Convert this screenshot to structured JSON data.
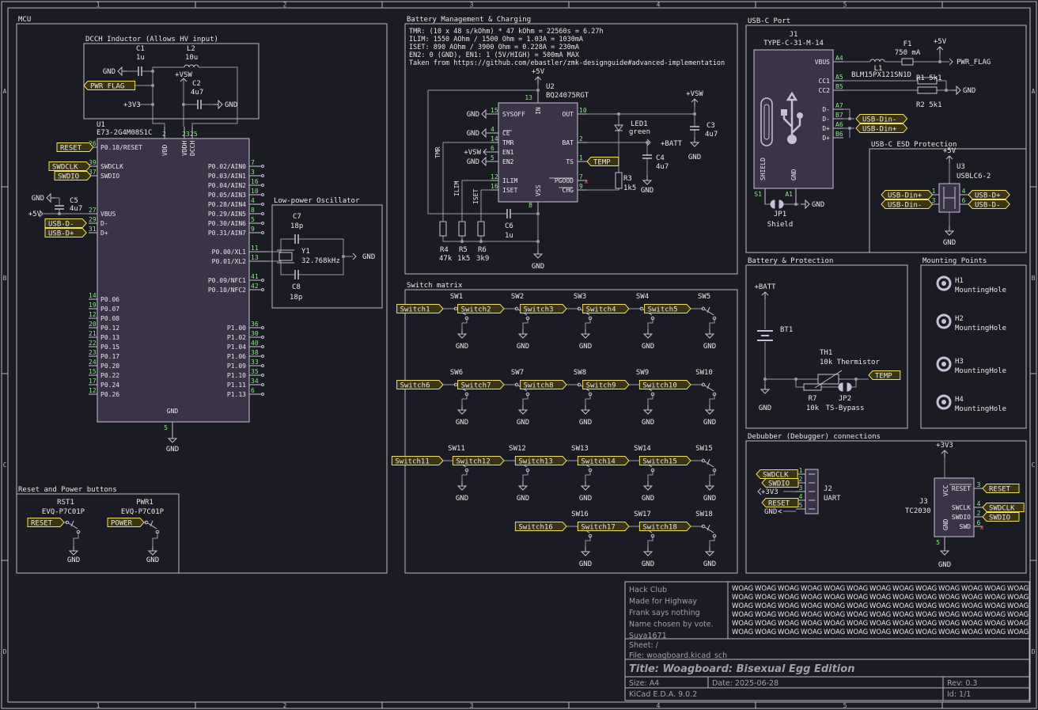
{
  "border": {
    "cols": [
      "1",
      "2",
      "3",
      "4",
      "5"
    ],
    "rows": [
      "A",
      "B",
      "C",
      "D"
    ]
  },
  "sections": {
    "mcu": "MCU",
    "dcdc": "DCCH Inductor (Allows HV input)",
    "lpo": "Low-power Oscillator",
    "reset_power": "Reset and Power buttons",
    "battery_mgmt": "Battery Management & Charging",
    "switch_matrix": "Switch matrix",
    "usbc": "USB-C Port",
    "usbc_esd": "USB-C ESD Protection",
    "battery_prot": "Battery & Protection",
    "mounting": "Mounting Points",
    "debug": "Debubber (Debugger) connections"
  },
  "battery_notes": [
    "TMR: (10 x 48 s/kOhm) * 47 kOhm = 22560s = 6.27h",
    "ILIM: 1550 AOhm / 1500 Ohm = 1.03A = 1030mA",
    "ISET: 890 AOhm / 3900 Ohm = 0.228A = 230mA",
    "EN2: 0 (GND), EN1: 1 (5V/HIGH) = 500mA MAX",
    "Taken from https://github.com/ebastler/zmk-designguide#advanced-implementation"
  ],
  "mcu": {
    "ref": "U1",
    "part": "E73-2G4M08S1C",
    "left_pins": [
      {
        "num": "26",
        "name": "P0.18/RESET",
        "net": "RESET"
      },
      {
        "num": "39",
        "name": "SWDCLK",
        "net": "SWDCLK"
      },
      {
        "num": "37",
        "name": "SWDIO",
        "net": "SWDIO"
      },
      {
        "num": "27",
        "name": "VBUS",
        "net": "+5V"
      },
      {
        "num": "29",
        "name": "D-",
        "net": "USB-D-"
      },
      {
        "num": "31",
        "name": "D+",
        "net": "USB-D+"
      }
    ],
    "left_gpio": [
      "P0.06",
      "P0.07",
      "P0.08",
      "P0.12",
      "P0.13",
      "P0.15",
      "P0.17",
      "P0.20",
      "P0.22",
      "P0.24",
      "P0.26"
    ],
    "left_gpio_nums": [
      "14",
      "19",
      "12",
      "20",
      "21",
      "22",
      "23",
      "24",
      "15",
      "17",
      "12"
    ],
    "right_top": [
      "P0.02/AIN0",
      "P0.03/AIN1",
      "P0.04/AIN2",
      "P0.05/AIN3",
      "P0.28/AIN4",
      "P0.29/AIN5",
      "P0.30/AIN6",
      "P0.31/AIN7"
    ],
    "right_top_nums": [
      "7",
      "3",
      "16",
      "10",
      "4",
      "8",
      "5",
      "9"
    ],
    "right_xl": [
      "P0.00/XL1",
      "P0.01/XL2"
    ],
    "right_xl_nums": [
      "11",
      "13"
    ],
    "right_nfc": [
      "P0.09/NFC1",
      "P0.10/NFC2"
    ],
    "right_nfc_nums": [
      "41",
      "42"
    ],
    "right_gpio": [
      "P1.00",
      "P1.02",
      "P1.04",
      "P1.06",
      "P1.09",
      "P1.10",
      "P1.11",
      "P1.13"
    ],
    "right_gpio_nums": [
      "36",
      "30",
      "40",
      "38",
      "33",
      "35",
      "34",
      "6"
    ],
    "top_pins": [
      "VDD",
      "VDDH",
      "DCCH"
    ],
    "top_nums": [
      "2",
      "23",
      "25"
    ],
    "gnd_pin": "GND",
    "gnd_num": "5"
  },
  "labels": {
    "gnd": "GND",
    "v5": "+5V",
    "v3": "+3V3",
    "vsw": "+VSW",
    "vbat": "+BATT",
    "pwr_flag": "PWR_FLAG"
  },
  "dcdc": {
    "c1_ref": "C1",
    "c1_val": "1u",
    "l2_ref": "L2",
    "l2_val": "10u",
    "c2_ref": "C2",
    "c2_val": "4u7"
  },
  "mcu_caps": {
    "c5_ref": "C5",
    "c5_val": "4u7"
  },
  "osc": {
    "c7_ref": "C7",
    "c7_val": "18p",
    "y1_ref": "Y1",
    "y1_val": "32.768kHz",
    "c8_ref": "C8",
    "c8_val": "18p"
  },
  "buttons": [
    {
      "ref": "RST1",
      "part": "EVQ-P7C01P",
      "net": "RESET"
    },
    {
      "ref": "PWR1",
      "part": "EVQ-P7C01P",
      "net": "POWER"
    }
  ],
  "charger": {
    "ref": "U2",
    "part": "BQ24075RGT",
    "left_pins": [
      {
        "num": "15",
        "name": "SYSOFF",
        "net": "GND"
      },
      {
        "num": "4",
        "name": "CE",
        "net": "GND"
      },
      {
        "num": "14",
        "name": "TMR",
        "net": ""
      },
      {
        "num": "6",
        "name": "EN1",
        "net": "+VSW"
      },
      {
        "num": "5",
        "name": "EN2",
        "net": "GND"
      },
      {
        "num": "12",
        "name": "ILIM",
        "net": ""
      },
      {
        "num": "16",
        "name": "ISET",
        "net": ""
      }
    ],
    "right_pins": [
      {
        "num": "10",
        "name": "OUT"
      },
      {
        "num": "2",
        "name": "BAT"
      },
      {
        "num": "1",
        "name": "TS"
      },
      {
        "num": "7",
        "name": "PGOOD"
      },
      {
        "num": "9",
        "name": "CHG"
      }
    ],
    "in_pin": "IN",
    "in_num": "13",
    "vss_pin": "VSS",
    "vss_num": "8",
    "tmr_net": "TMR",
    "ilim_net": "ILIM",
    "iset_net": "ISET",
    "temp_net": "TEMP",
    "r4": {
      "ref": "R4",
      "val": "47k"
    },
    "r5": {
      "ref": "R5",
      "val": "1k5"
    },
    "r6": {
      "ref": "R6",
      "val": "3k9"
    },
    "c6": {
      "ref": "C6",
      "val": "1u"
    },
    "c3": {
      "ref": "C3",
      "val": "4u7"
    },
    "c4": {
      "ref": "C4",
      "val": "4u7"
    },
    "led": {
      "ref": "LED1",
      "val": "green"
    },
    "r3": {
      "ref": "R3",
      "val": "1k5"
    }
  },
  "switches": [
    {
      "ref": "SW1",
      "net": "Switch1"
    },
    {
      "ref": "SW2",
      "net": "Switch2"
    },
    {
      "ref": "SW3",
      "net": "Switch3"
    },
    {
      "ref": "SW4",
      "net": "Switch4"
    },
    {
      "ref": "SW5",
      "net": "Switch5"
    },
    {
      "ref": "SW6",
      "net": "Switch6"
    },
    {
      "ref": "SW7",
      "net": "Switch7"
    },
    {
      "ref": "SW8",
      "net": "Switch8"
    },
    {
      "ref": "SW9",
      "net": "Switch9"
    },
    {
      "ref": "SW10",
      "net": "Switch10"
    },
    {
      "ref": "SW11",
      "net": "Switch11"
    },
    {
      "ref": "SW12",
      "net": "Switch12"
    },
    {
      "ref": "SW13",
      "net": "Switch13"
    },
    {
      "ref": "SW14",
      "net": "Switch14"
    },
    {
      "ref": "SW15",
      "net": "Switch15"
    },
    {
      "ref": "SW16",
      "net": "Switch16"
    },
    {
      "ref": "SW17",
      "net": "Switch17"
    },
    {
      "ref": "SW18",
      "net": "Switch18"
    }
  ],
  "usbc": {
    "ref": "J1",
    "part": "TYPE-C-31-M-14",
    "pins": [
      {
        "num": "A4",
        "name": "VBUS"
      },
      {
        "num": "A5",
        "name": "CC1"
      },
      {
        "num": "B5",
        "name": "CC2"
      },
      {
        "num": "A7",
        "name": "D-"
      },
      {
        "num": "B7",
        "name": "D-"
      },
      {
        "num": "A6",
        "name": "D+"
      },
      {
        "num": "B6",
        "name": "D+"
      }
    ],
    "shield": "SHIELD",
    "gnd": "GND",
    "s1": "S1",
    "a1": "A1",
    "f1": {
      "ref": "F1",
      "val": "750 mA"
    },
    "l1": {
      "ref": "L1",
      "val": "BLM15PX121SN1D"
    },
    "r1": {
      "ref": "R1",
      "val": "5k1"
    },
    "r2": {
      "ref": "R2",
      "val": "5k1"
    },
    "jp1": {
      "ref": "JP1",
      "val": "Shield"
    },
    "dm": "USB-Din-",
    "dp": "USB-Din+"
  },
  "esd": {
    "ref": "U3",
    "part": "USBLC6-2",
    "in_p": "USB-Din+",
    "in_m": "USB-Din-",
    "out_p": "USB-D+",
    "out_m": "USB-D-",
    "pin_nums": [
      "1",
      "3",
      "4",
      "6"
    ]
  },
  "battery": {
    "bt": "BT1",
    "th": {
      "ref": "TH1",
      "val": "10k Thermistor"
    },
    "r7": {
      "ref": "R7",
      "val": "10k"
    },
    "jp2": {
      "ref": "JP2",
      "val": "TS-Bypass"
    },
    "temp": "TEMP"
  },
  "mounting": [
    {
      "ref": "H1",
      "val": "MountingHole"
    },
    {
      "ref": "H2",
      "val": "MountingHole"
    },
    {
      "ref": "H3",
      "val": "MountingHole"
    },
    {
      "ref": "H4",
      "val": "MountingHole"
    }
  ],
  "debug": {
    "j2": {
      "ref": "J2",
      "val": "UART",
      "nets": [
        "SWDCLK",
        "SWDIO",
        "+3V3",
        "RESET",
        "GND"
      ],
      "nums": [
        "1",
        "2",
        "3",
        "4",
        "5"
      ]
    },
    "j3": {
      "ref": "J3",
      "val": "TC2030",
      "pins": [
        "VCC",
        "RESET",
        "SWCLK",
        "SWDIO",
        "SWD",
        "GND"
      ],
      "nets": [
        "RESET",
        "SWDCLK",
        "SWDIO"
      ],
      "nums": [
        "3",
        "4",
        "2",
        "6",
        "1",
        "5"
      ]
    }
  },
  "titleblock": {
    "comments": [
      "Hack Club",
      "Made for Highway",
      "Frank says nothing",
      "Name chosen by vote.",
      "Suya1671"
    ],
    "woag_word": "WOAG",
    "sheet": "Sheet: /",
    "file": "File: woagboard.kicad_sch",
    "title": "Title: Woagboard: Bisexual Egg Edition",
    "size": "Size: A4",
    "date": "Date: 2025-06-28",
    "rev": "Rev: 0.3",
    "tool": "KiCad E.D.A. 9.0.2",
    "id": "Id: 1/1"
  },
  "colors": {
    "bg": "#1b1b23",
    "frame": "#b8b8c0",
    "wire": "#9898a8",
    "comp": "#c8c0d8",
    "body": "#3b3449",
    "text": "#e8e8e8",
    "pinnum": "#8ee68e",
    "label_fill": "#3a3412",
    "label_stroke": "#f0e060",
    "power": "#e8e8e8",
    "ref": "#e8e8e8",
    "part": "#e8e8e8",
    "tb_text": "#a0a0a8"
  }
}
